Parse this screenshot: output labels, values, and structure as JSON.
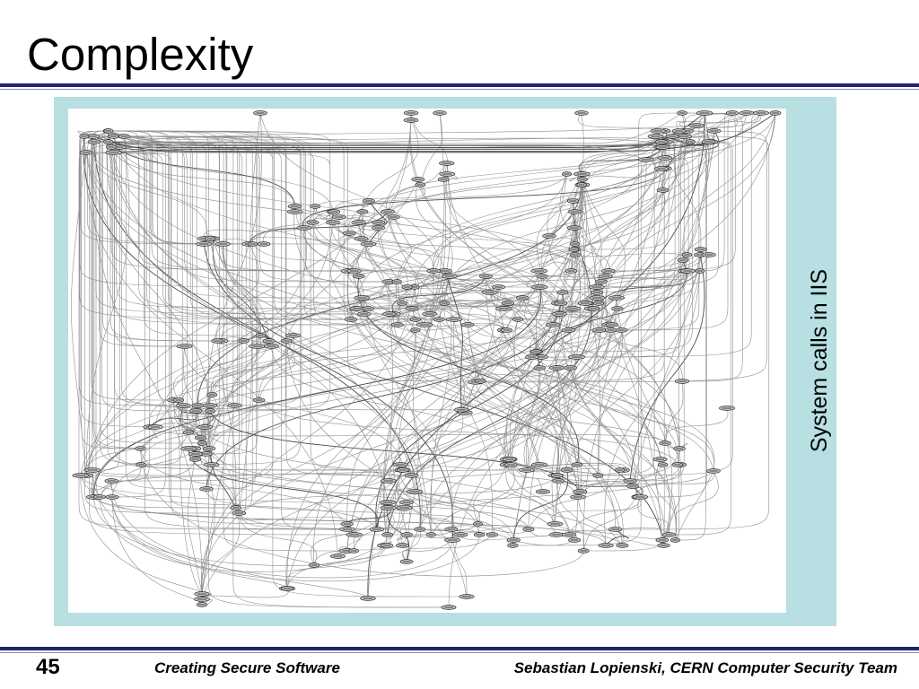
{
  "slide": {
    "title": "Complexity",
    "figure_caption": "System calls in IIS",
    "page_number": "45",
    "footer_left": "Creating Secure Software",
    "footer_right": "Sebastian Lopienski, CERN Computer Security Team"
  },
  "colors": {
    "rule": "#23236e",
    "rule_secondary": "#8a8ab0",
    "figure_background": "#b8dfe1",
    "graph_edge": "#8f8f8f",
    "graph_node": "#c4c4c4"
  }
}
